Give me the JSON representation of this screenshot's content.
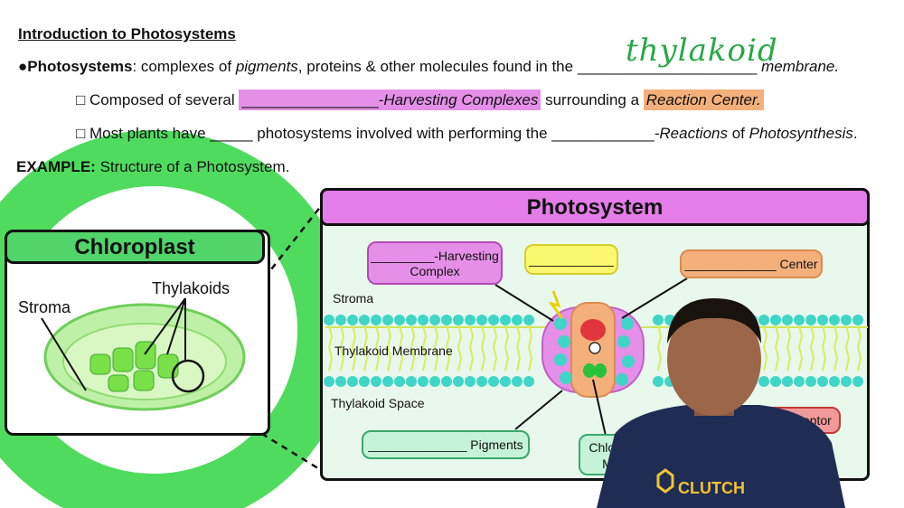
{
  "header": {
    "title": "Introduction to Photosystems",
    "line1_bullet": "●",
    "line1_term": "Photosystems",
    "line1_text_a": ": complexes of ",
    "line1_pigments": "pigments",
    "line1_text_b": ", proteins & other molecules found in the ",
    "line1_blank": "_____________________",
    "line1_membrane": "membrane.",
    "handwritten_answer": "thylakoid",
    "line2_box": "□",
    "line2_text_a": "Composed of several ",
    "line2_blank": "________________",
    "line2_harvesting": "-Harvesting Complexes",
    "line2_text_b": " surrounding a ",
    "line2_rc": "Reaction Center.",
    "line3_box": "□",
    "line3_text_a": "Most plants have ",
    "line3_blank1": "_____",
    "line3_text_b": " photosystems involved with performing the ",
    "line3_blank2": "____________",
    "line3_reactions": "-Reactions",
    "line3_of": " of ",
    "line3_photo": "Photosynthesis",
    "line3_end": ".",
    "example_label": "EXAMPLE:",
    "example_text": " Structure of a Photosystem."
  },
  "chloroplast": {
    "title": "Chloroplast",
    "stroma_label": "Stroma",
    "thylakoids_label": "Thylakoids"
  },
  "photosystem": {
    "title": "Photosystem",
    "harvest_box": "_________-Harvesting Complex",
    "harvest_line1": "_________-Harvesting",
    "harvest_line2": "Complex",
    "yellow_box": "____________",
    "center_box": "_____________ Center",
    "stroma": "Stroma",
    "membrane": "Thylakoid Membrane",
    "space": "Thylakoid Space",
    "pigments_box": "______________ Pigments",
    "chloro_box_line1": "Chloro",
    "chloro_box_line2": "M",
    "electron_acceptor": "Electron Acceptor",
    "minus_sign": "−"
  },
  "colors": {
    "green": "#51d46a",
    "pink": "#e47ce9",
    "orange": "#f4b07a",
    "yellow": "#fbf870",
    "red": "#e05a5a",
    "teal": "#3fd6c8",
    "membrane_tail": "#d8ee5c"
  },
  "presenter": {
    "shirt_logo": "CLUTCH"
  }
}
